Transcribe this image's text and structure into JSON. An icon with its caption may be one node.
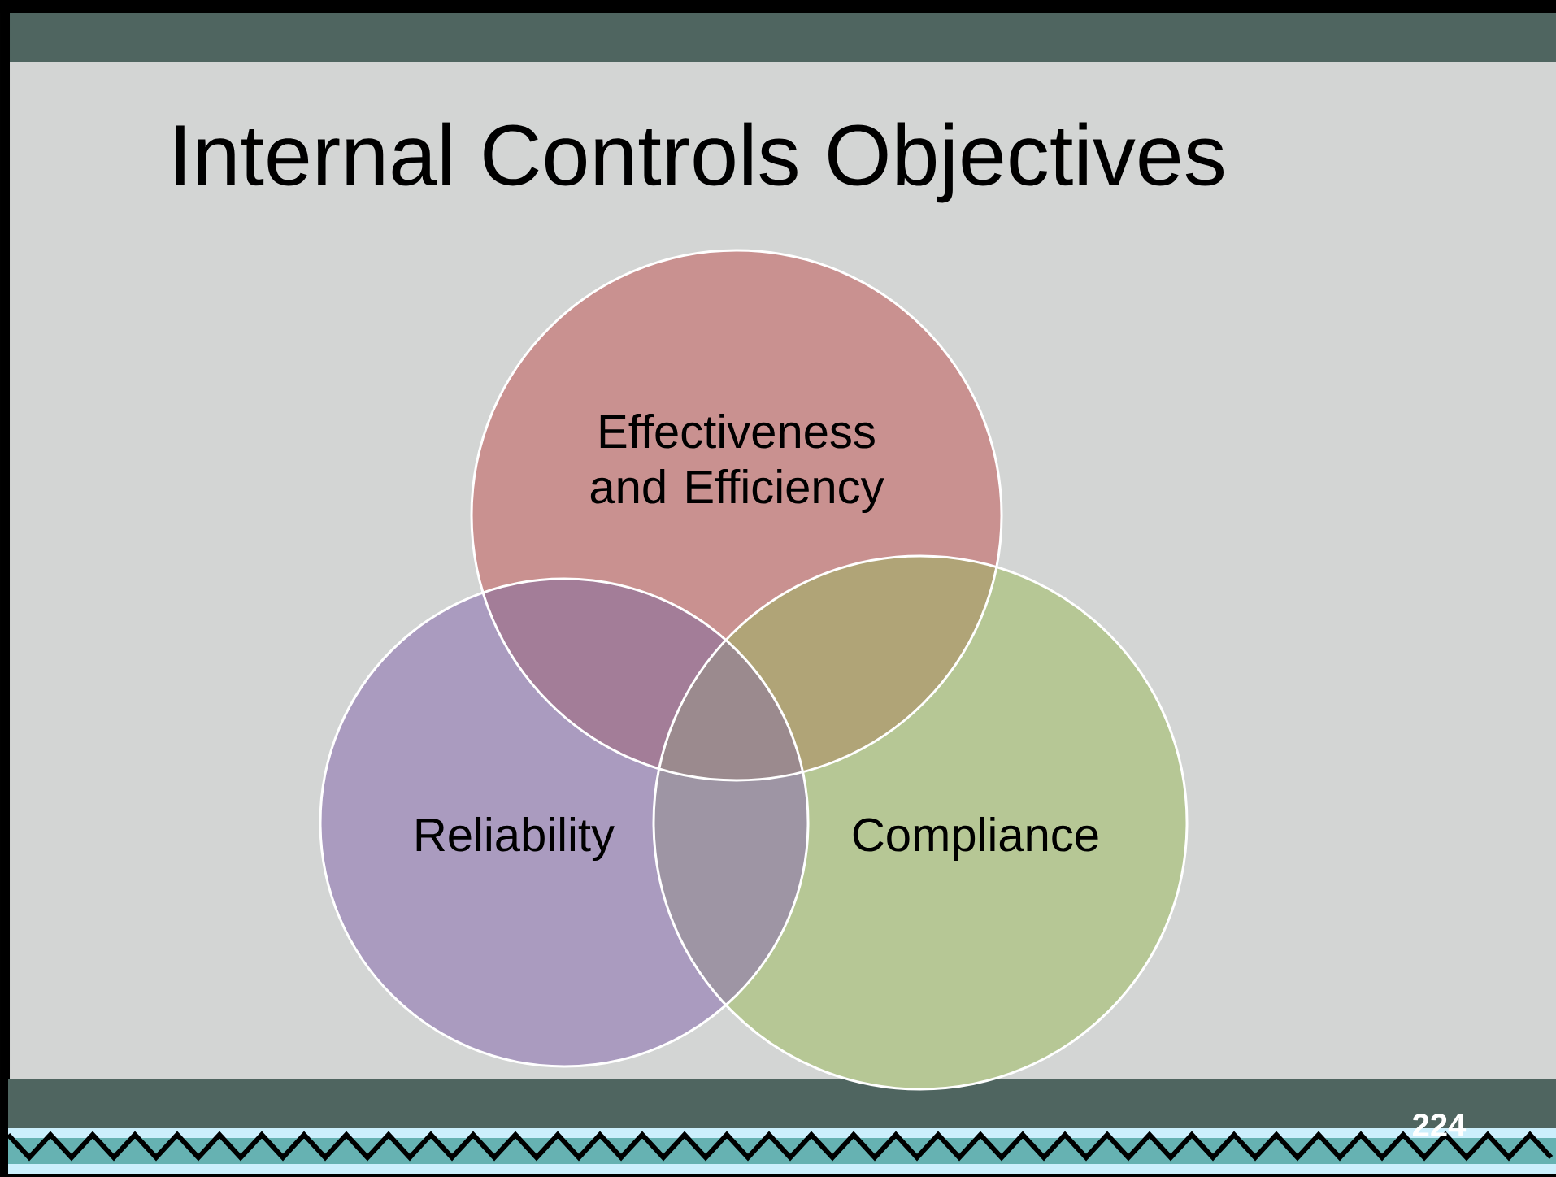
{
  "diagram": {
    "title": "Internal Controls Objectives",
    "nodes": [
      {
        "text": [
          "Effectiveness and Efficiency"
        ]
      },
      {
        "text": [
          "Reliability"
        ]
      },
      {
        "text": [
          "Compliance"
        ]
      }
    ],
    "labels": [
      "224"
    ]
  }
}
